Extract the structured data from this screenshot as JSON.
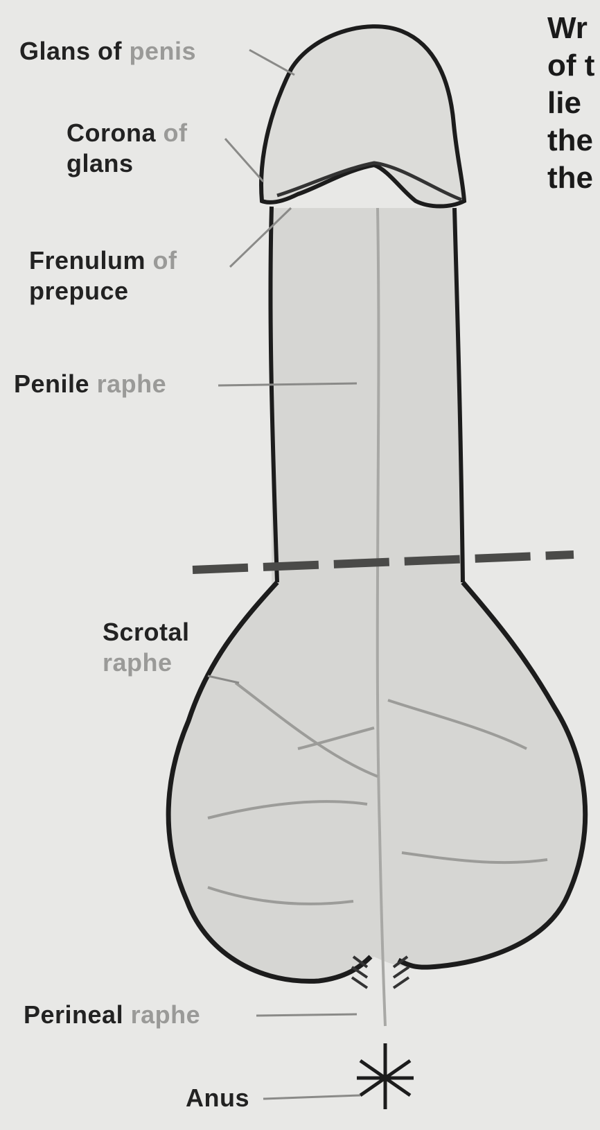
{
  "labels": {
    "glans": {
      "dark": "Glans of",
      "faint": "penis"
    },
    "corona": {
      "line1_dark": "Corona",
      "line1_faint": "of",
      "line2": "glans"
    },
    "frenulum": {
      "line1_dark": "Frenulum",
      "line1_faint": "of",
      "line2": "prepuce"
    },
    "penile_raphe": {
      "dark": "Penile",
      "faint": "raphe"
    },
    "scrotal_raphe": {
      "line1": "Scrotal",
      "line2": "raphe"
    },
    "perineal_raphe": {
      "dark": "Perineal",
      "faint": "raphe"
    },
    "anus": "Anus"
  },
  "side_text": [
    "Wr",
    "of t",
    "lie",
    "the",
    "the"
  ],
  "colors": {
    "background": "#e8e8e6",
    "organ_fill": "#d6d6d3",
    "outline": "#1c1c1c",
    "leader": "#8a8a88"
  }
}
